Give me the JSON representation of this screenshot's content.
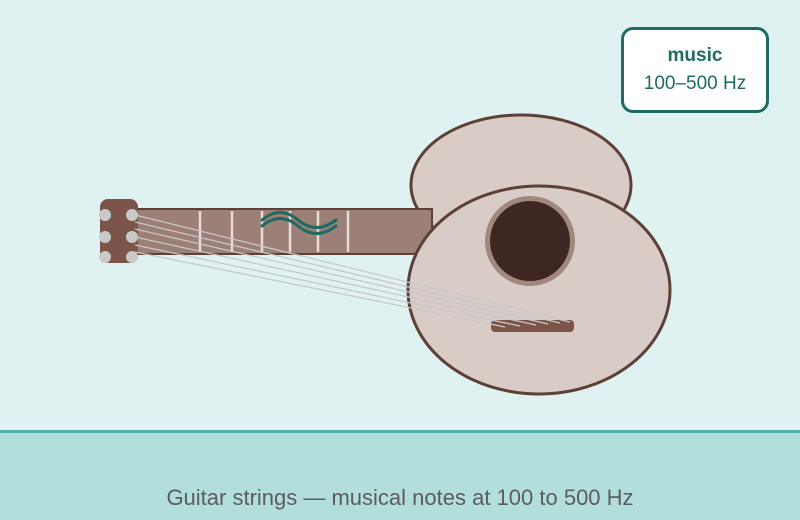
{
  "badge": {
    "title": "music",
    "range": "100–500 Hz"
  },
  "caption": "Guitar strings — musical notes at 100 to 500 Hz",
  "colors": {
    "background": "#e0f1f1",
    "guitar_body": "#d9ccc7",
    "guitar_outline": "#5d4037",
    "neck": "#9c7f76",
    "sound_hole": "#3e2723",
    "wave_accent": "#1d6b62",
    "footer": "#b2dfdb",
    "footer_border": "#4fb3a9"
  },
  "icons": [
    "guitar-icon",
    "sound-wave-icon"
  ]
}
